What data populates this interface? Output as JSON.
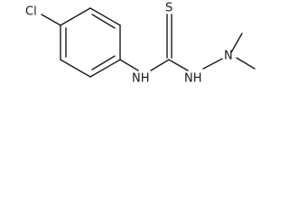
{
  "molecule": {
    "atoms": {
      "chlorine": "Cl",
      "amine_nh": "NH",
      "sulfur": "S",
      "hydrazine_nh": "NH",
      "dimethyl_n": "N"
    }
  }
}
